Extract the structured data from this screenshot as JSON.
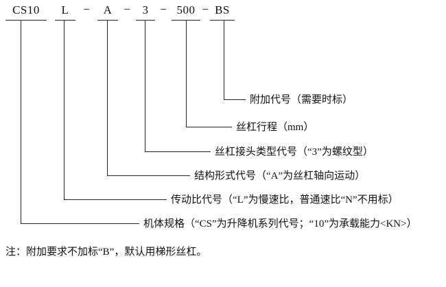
{
  "code": {
    "segments": [
      "CS10",
      "L",
      "A",
      "3",
      "500",
      "BS"
    ],
    "separator": "−"
  },
  "labels": [
    "附加代号（需要时标）",
    "丝杠行程（mm）",
    "丝杠接头类型代号（“3”为螺纹型）",
    "结构形式代号（“A”为丝杠轴向运动）",
    "传动比代号（“L”为慢速比，普通速比“N”不用标）",
    "机体规格（“CS”为升降机系列代号；“10”为承载能力<KN>）"
  ],
  "note": "注：附加要求不加标“B”，默认用梯形丝杠。"
}
